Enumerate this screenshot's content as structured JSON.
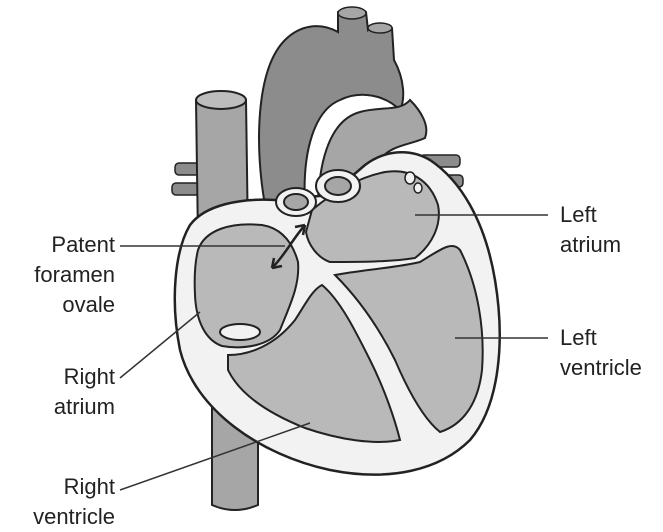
{
  "labels": {
    "patent_foramen_ovale": [
      "Patent",
      "foramen",
      "ovale"
    ],
    "right_atrium": [
      "Right",
      "atrium"
    ],
    "right_ventricle": [
      "Right",
      "ventricle"
    ],
    "left_atrium": [
      "Left",
      "atrium"
    ],
    "left_ventricle": [
      "Left",
      "ventricle"
    ]
  },
  "colors": {
    "outline": "#222222",
    "vessel_dark": "#8c8c8c",
    "vessel_mid": "#a6a6a6",
    "chamber_fill": "#b9b9b9",
    "wall_fill": "#f2f2f2",
    "leader_line": "#333333"
  }
}
